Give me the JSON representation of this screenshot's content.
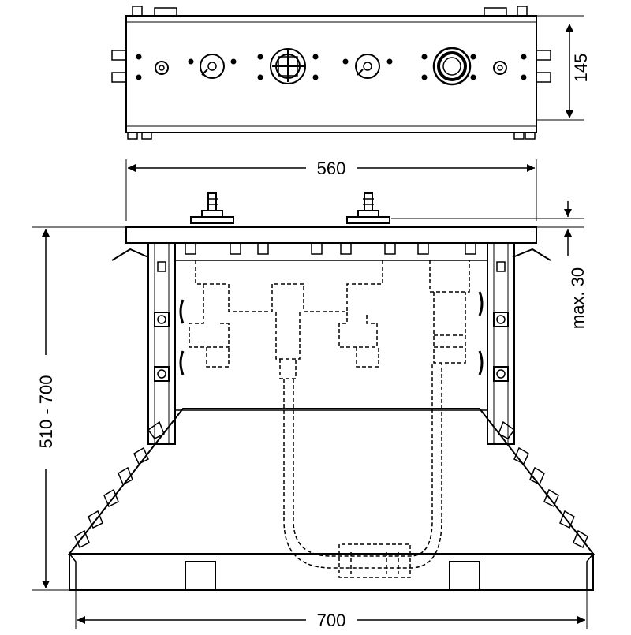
{
  "dimensions": {
    "depth": "145",
    "width_frame": "560",
    "max_offset": "max. 30",
    "height_range": "510 - 700",
    "width_base": "700"
  },
  "colors": {
    "line": "#000000",
    "fill_light": "#ffffff",
    "fill_shade": "#f2f2f2"
  }
}
